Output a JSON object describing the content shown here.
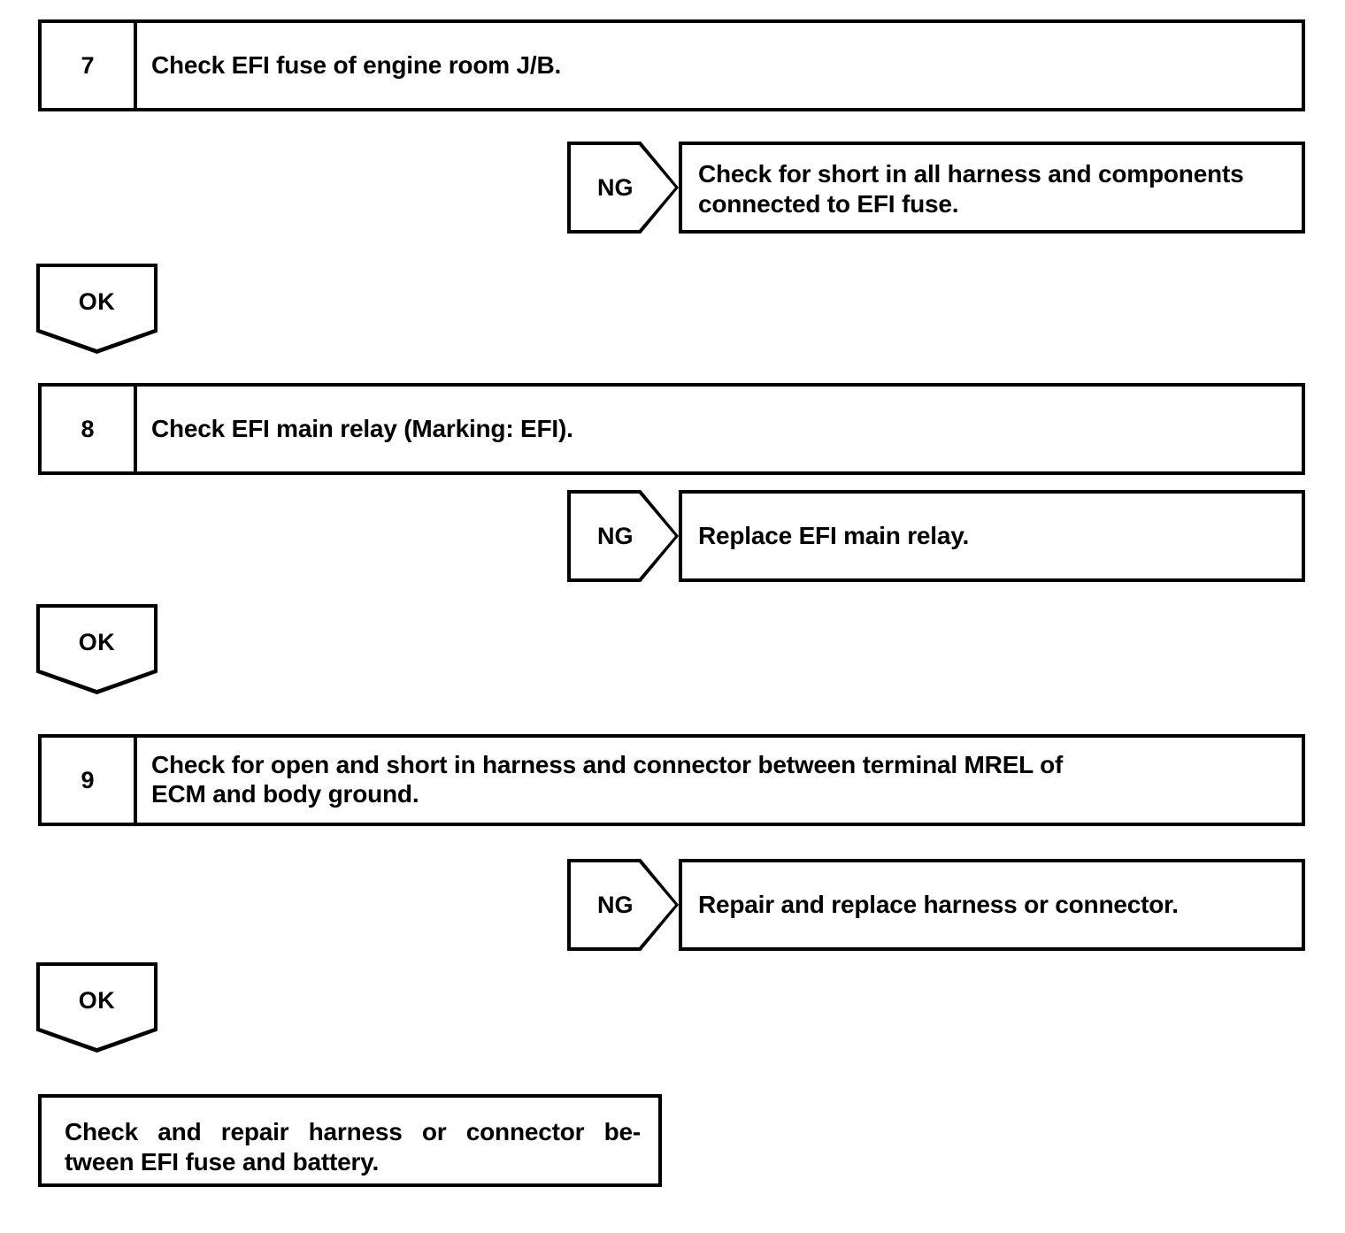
{
  "document": {
    "title": "EFI Power Source Diagnostic Flowchart",
    "background_color": "#ffffff",
    "line_color": "#000000"
  },
  "flow": {
    "steps": [
      {
        "number": "7",
        "text": "Check EFI fuse of engine room J/B."
      },
      {
        "number": "8",
        "text": "Check EFI main relay (Marking: EFI)."
      },
      {
        "number": "9",
        "line1": "Check for open and short in harness and connector between terminal MREL of",
        "line2": "ECM and body ground."
      }
    ],
    "ng_branches": [
      {
        "label": "NG",
        "line1": "Check for short in all harness and components",
        "line2": "connected to EFI fuse."
      },
      {
        "label": "NG",
        "text": "Replace EFI main relay."
      },
      {
        "label": "NG",
        "text": "Repair and replace harness or connector."
      }
    ],
    "ok_connectors": [
      {
        "label": "OK"
      },
      {
        "label": "OK"
      },
      {
        "label": "OK"
      }
    ],
    "final_result": {
      "line1": "Check and repair harness or connector be-",
      "line2": "tween EFI fuse and battery."
    }
  }
}
